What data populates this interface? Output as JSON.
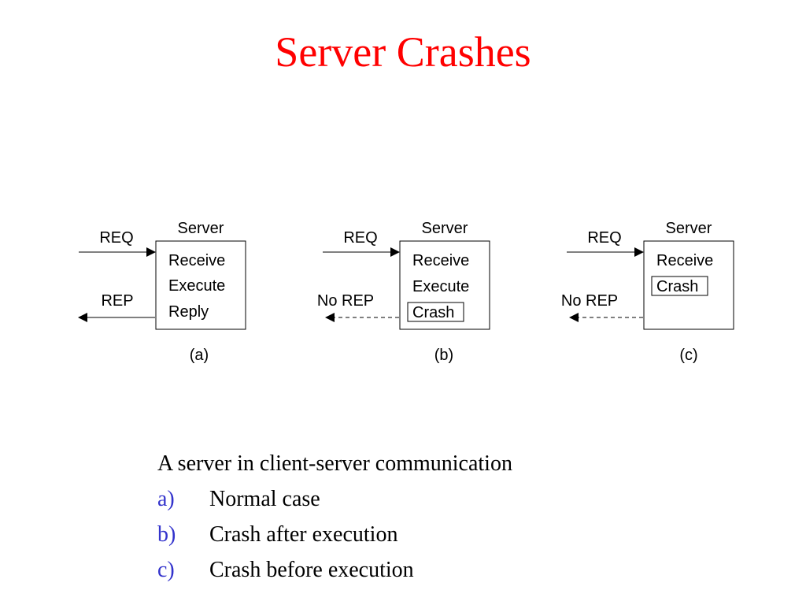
{
  "title": "Server Crashes",
  "colors": {
    "title": "#ff0000",
    "list_marker": "#3333cc"
  },
  "panels": [
    {
      "server_label": "Server",
      "request_label": "REQ",
      "reply_label": "REP",
      "reply_sent": true,
      "steps": [
        "Receive",
        "Execute",
        "Reply"
      ],
      "crash_step": null,
      "sublabel": "(a)"
    },
    {
      "server_label": "Server",
      "request_label": "REQ",
      "reply_label": "No REP",
      "reply_sent": false,
      "steps": [
        "Receive",
        "Execute",
        "Crash"
      ],
      "crash_step": "Crash",
      "sublabel": "(b)"
    },
    {
      "server_label": "Server",
      "request_label": "REQ",
      "reply_label": "No REP",
      "reply_sent": false,
      "steps": [
        "Receive",
        "Crash"
      ],
      "crash_step": "Crash",
      "sublabel": "(c)"
    }
  ],
  "caption": {
    "heading": "A server in client-server communication",
    "items": [
      {
        "marker": "a)",
        "text": "Normal case"
      },
      {
        "marker": "b)",
        "text": "Crash after execution"
      },
      {
        "marker": "c)",
        "text": "Crash before execution"
      }
    ]
  }
}
